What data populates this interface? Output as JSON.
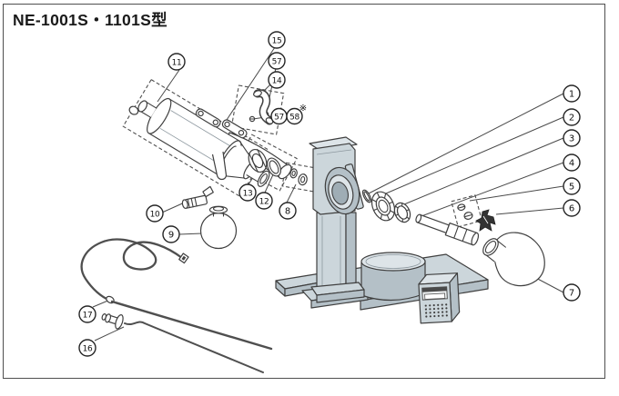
{
  "title": "NE-1001S・1101S型",
  "reference_mark": "※",
  "callouts": {
    "c1": {
      "label": "1"
    },
    "c2": {
      "label": "2"
    },
    "c3": {
      "label": "3"
    },
    "c4": {
      "label": "4"
    },
    "c5": {
      "label": "5"
    },
    "c6": {
      "label": "6"
    },
    "c7": {
      "label": "7"
    },
    "c8": {
      "label": "8"
    },
    "c9": {
      "label": "9"
    },
    "c10": {
      "label": "10"
    },
    "c11": {
      "label": "11"
    },
    "c12": {
      "label": "12"
    },
    "c13": {
      "label": "13"
    },
    "c14": {
      "label": "14"
    },
    "c15": {
      "label": "15"
    },
    "c16": {
      "label": "16"
    },
    "c17": {
      "label": "17"
    },
    "c57a": {
      "label": "57"
    },
    "c57b": {
      "label": "57"
    },
    "c58": {
      "label": "58"
    }
  },
  "colors": {
    "text": "#1a1a1a",
    "line": "#3f3f3f",
    "machine_fill": "#ccd6db",
    "machine_shade": "#b4c0c7",
    "machine_light": "#dde4e8",
    "machine_dark": "#9fadb5",
    "clip_dark": "#333333",
    "frame_border": "#4f4f4f"
  }
}
